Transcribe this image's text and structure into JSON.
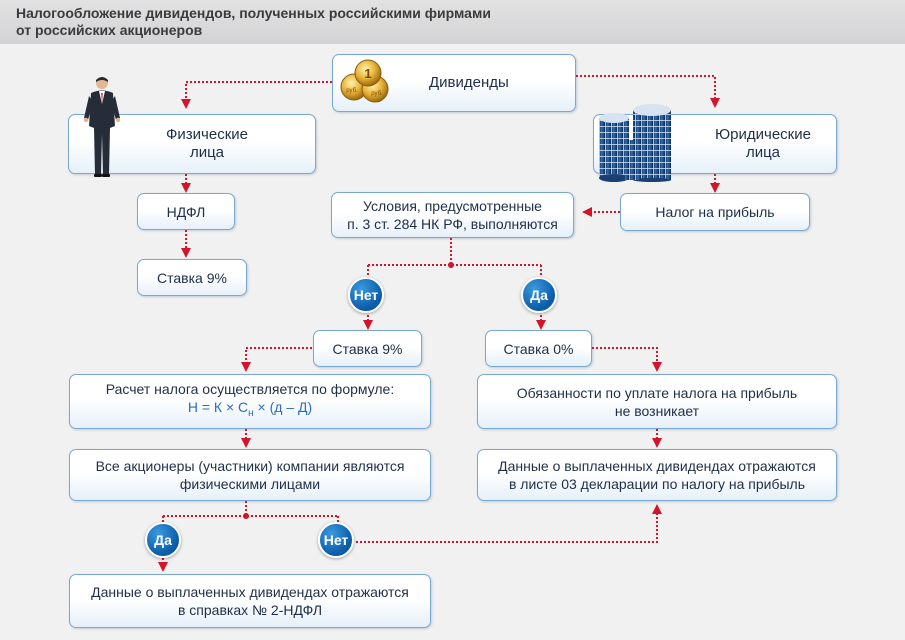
{
  "header": {
    "title_line1": "Налогообложение дивидендов, полученных российскими фирмами",
    "title_line2": "от российских акционеров"
  },
  "nodes": {
    "dividends": "Дивиденды",
    "individuals_line1": "Физические",
    "individuals_line2": "лица",
    "legal_line1": "Юридические",
    "legal_line2": "лица",
    "ndfl": "НДФЛ",
    "rate_9_left": "Ставка 9%",
    "profit_tax": "Налог на прибыль",
    "conditions_line1": "Условия, предусмотренные",
    "conditions_line2": "п. 3 ст. 284 НК РФ, выполняются",
    "rate_9": "Ставка 9%",
    "rate_0": "Ставка 0%",
    "calc_line1": "Расчет налога осуществляется по формуле:",
    "calc_formula_main": "Н = К × С",
    "calc_formula_sub": "н",
    "calc_formula_tail": " × (д – Д)",
    "no_obligation_line1": "Обязанности по уплате налога на прибыль",
    "no_obligation_line2": "не возникает",
    "all_individuals_line1": "Все акционеры (участники) компании являются",
    "all_individuals_line2": "физическими лицами",
    "declaration_line1": "Данные о выплаченных дивидендах отражаются",
    "declaration_line2": "в листе 03 декларации по налогу на прибыль",
    "certificates_line1": "Данные о выплаченных дивидендах отражаются",
    "certificates_line2": "в справках № 2-НДФЛ"
  },
  "badges": {
    "no_top": "Нет",
    "yes_top": "Да",
    "yes_bottom": "Да",
    "no_bottom": "Нет"
  },
  "coin_text": "руб.",
  "colors": {
    "connector": "#d4142a",
    "box_border": "#7aa9cf",
    "badge": "#0a5aa6",
    "header_bg": "#d9d9db"
  },
  "icons": {
    "individuals": "businessman-icon",
    "legal": "office-buildings-icon",
    "dividends": "coins-icon"
  }
}
